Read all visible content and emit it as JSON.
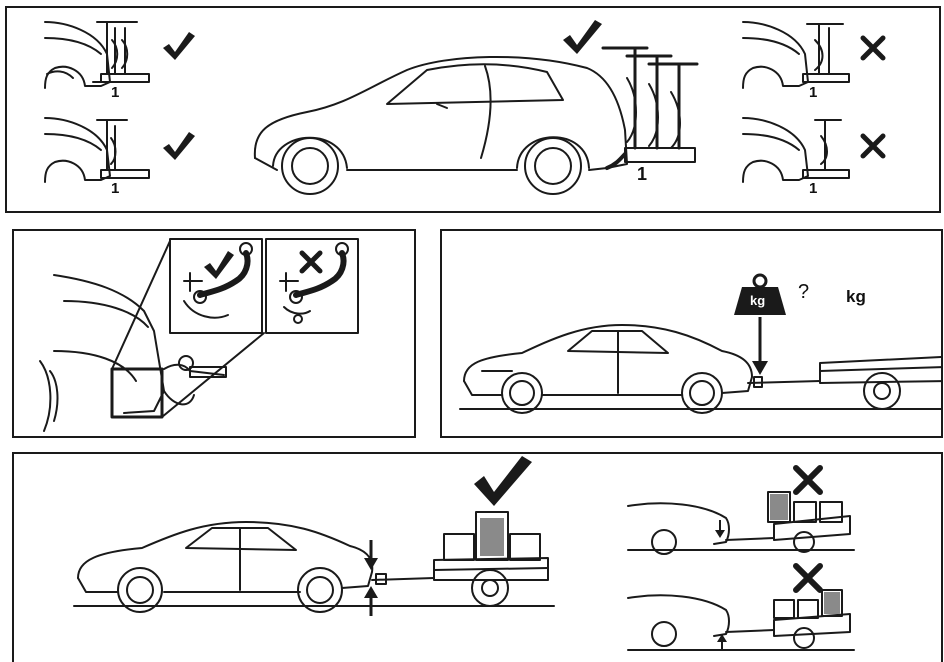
{
  "bike_rack_panel": {
    "labels": [
      "1",
      "1",
      "1",
      "1",
      "1"
    ]
  },
  "weight_panel": {
    "weight_icon_text": "kg",
    "question_mark": "?",
    "unit_label": "kg"
  },
  "symbols": {
    "correct": "check-mark-icon",
    "incorrect": "cross-mark-icon"
  },
  "colors": {
    "line": "#1a1a1a",
    "dark_fill": "#2b2b2b",
    "grey_fill": "#8a8a8a"
  }
}
